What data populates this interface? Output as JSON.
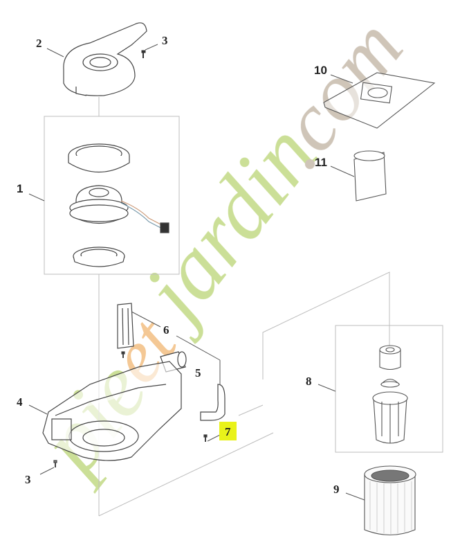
{
  "diagram": {
    "type": "exploded-parts-diagram",
    "subject": "wet/dry vacuum cleaner head assembly",
    "watermark": {
      "text_green": "pieces-jardin",
      "text_orange": "et",
      "text_grey": ".com",
      "color_green": "#c5dc8a",
      "color_orange": "#f3c48a",
      "color_grey": "#cbbfb2"
    },
    "callouts": [
      {
        "id": "1",
        "label": "1",
        "part": "motor assembly (rings + motor)"
      },
      {
        "id": "2",
        "label": "2",
        "part": "motor cover / top housing"
      },
      {
        "id": "3a",
        "label": "3",
        "part": "screw (top)"
      },
      {
        "id": "3b",
        "label": "3",
        "part": "screw (bottom)"
      },
      {
        "id": "4",
        "label": "4",
        "part": "head base"
      },
      {
        "id": "5",
        "label": "5",
        "part": "switch"
      },
      {
        "id": "6",
        "label": "6",
        "part": "handle latch"
      },
      {
        "id": "7",
        "label": "7",
        "part": "cable clamp",
        "highlighted": true
      },
      {
        "id": "8",
        "label": "8",
        "part": "float valve assembly"
      },
      {
        "id": "9",
        "label": "9",
        "part": "cartridge filter"
      },
      {
        "id": "10",
        "label": "10",
        "part": "dust bag"
      },
      {
        "id": "11",
        "label": "11",
        "part": "foam filter"
      }
    ],
    "highlight_color": "#e9f21a"
  }
}
